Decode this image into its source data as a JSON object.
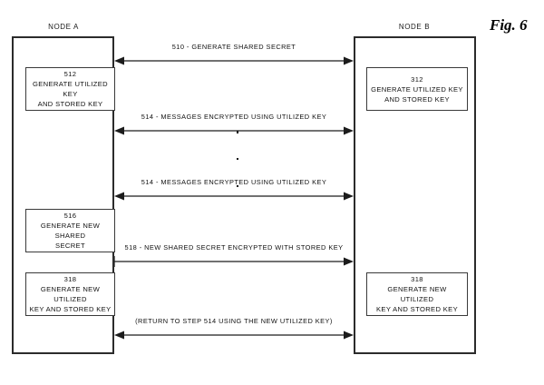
{
  "figure": {
    "caption": "Fig. 6"
  },
  "nodes": [
    {
      "id": "node-a",
      "title": "NODE A",
      "steps": [
        {
          "number": "512",
          "text": "GENERATE UTILIZED KEY\nAND STORED KEY"
        },
        {
          "number": "516",
          "text": "GENERATE NEW SHARED\nSECRET"
        },
        {
          "number": "318",
          "text": "GENERATE NEW UTILIZED\nKEY AND STORED KEY"
        }
      ]
    },
    {
      "id": "node-b",
      "title": "NODE B",
      "steps": [
        {
          "number": "312",
          "text": "GENERATE UTILIZED KEY\nAND STORED KEY"
        },
        {
          "number": "318",
          "text": "GENERATE NEW UTILIZED\nKEY AND STORED KEY"
        }
      ]
    }
  ],
  "messages": [
    {
      "id": "510",
      "label": "510 - GENERATE SHARED SECRET",
      "direction": "bidirectional"
    },
    {
      "id": "514a",
      "label": "514 - MESSAGES ENCRYPTED USING UTILIZED KEY",
      "direction": "bidirectional"
    },
    {
      "id": "514b",
      "label": "514 - MESSAGES ENCRYPTED USING UTILIZED KEY",
      "direction": "bidirectional"
    },
    {
      "id": "518",
      "label": "518 - NEW SHARED SECRET ENCRYPTED WITH STORED KEY",
      "direction": "left-to-right"
    },
    {
      "id": "return",
      "label": "(RETURN TO STEP 514 USING THE NEW UTILIZED KEY)",
      "direction": "bidirectional"
    }
  ],
  "ellipsis": {
    "symbol": "vertical-ellipsis",
    "dot_count": 3
  },
  "colors": {
    "line": "#2b2b2b",
    "text": "#111111",
    "background": "#ffffff"
  }
}
